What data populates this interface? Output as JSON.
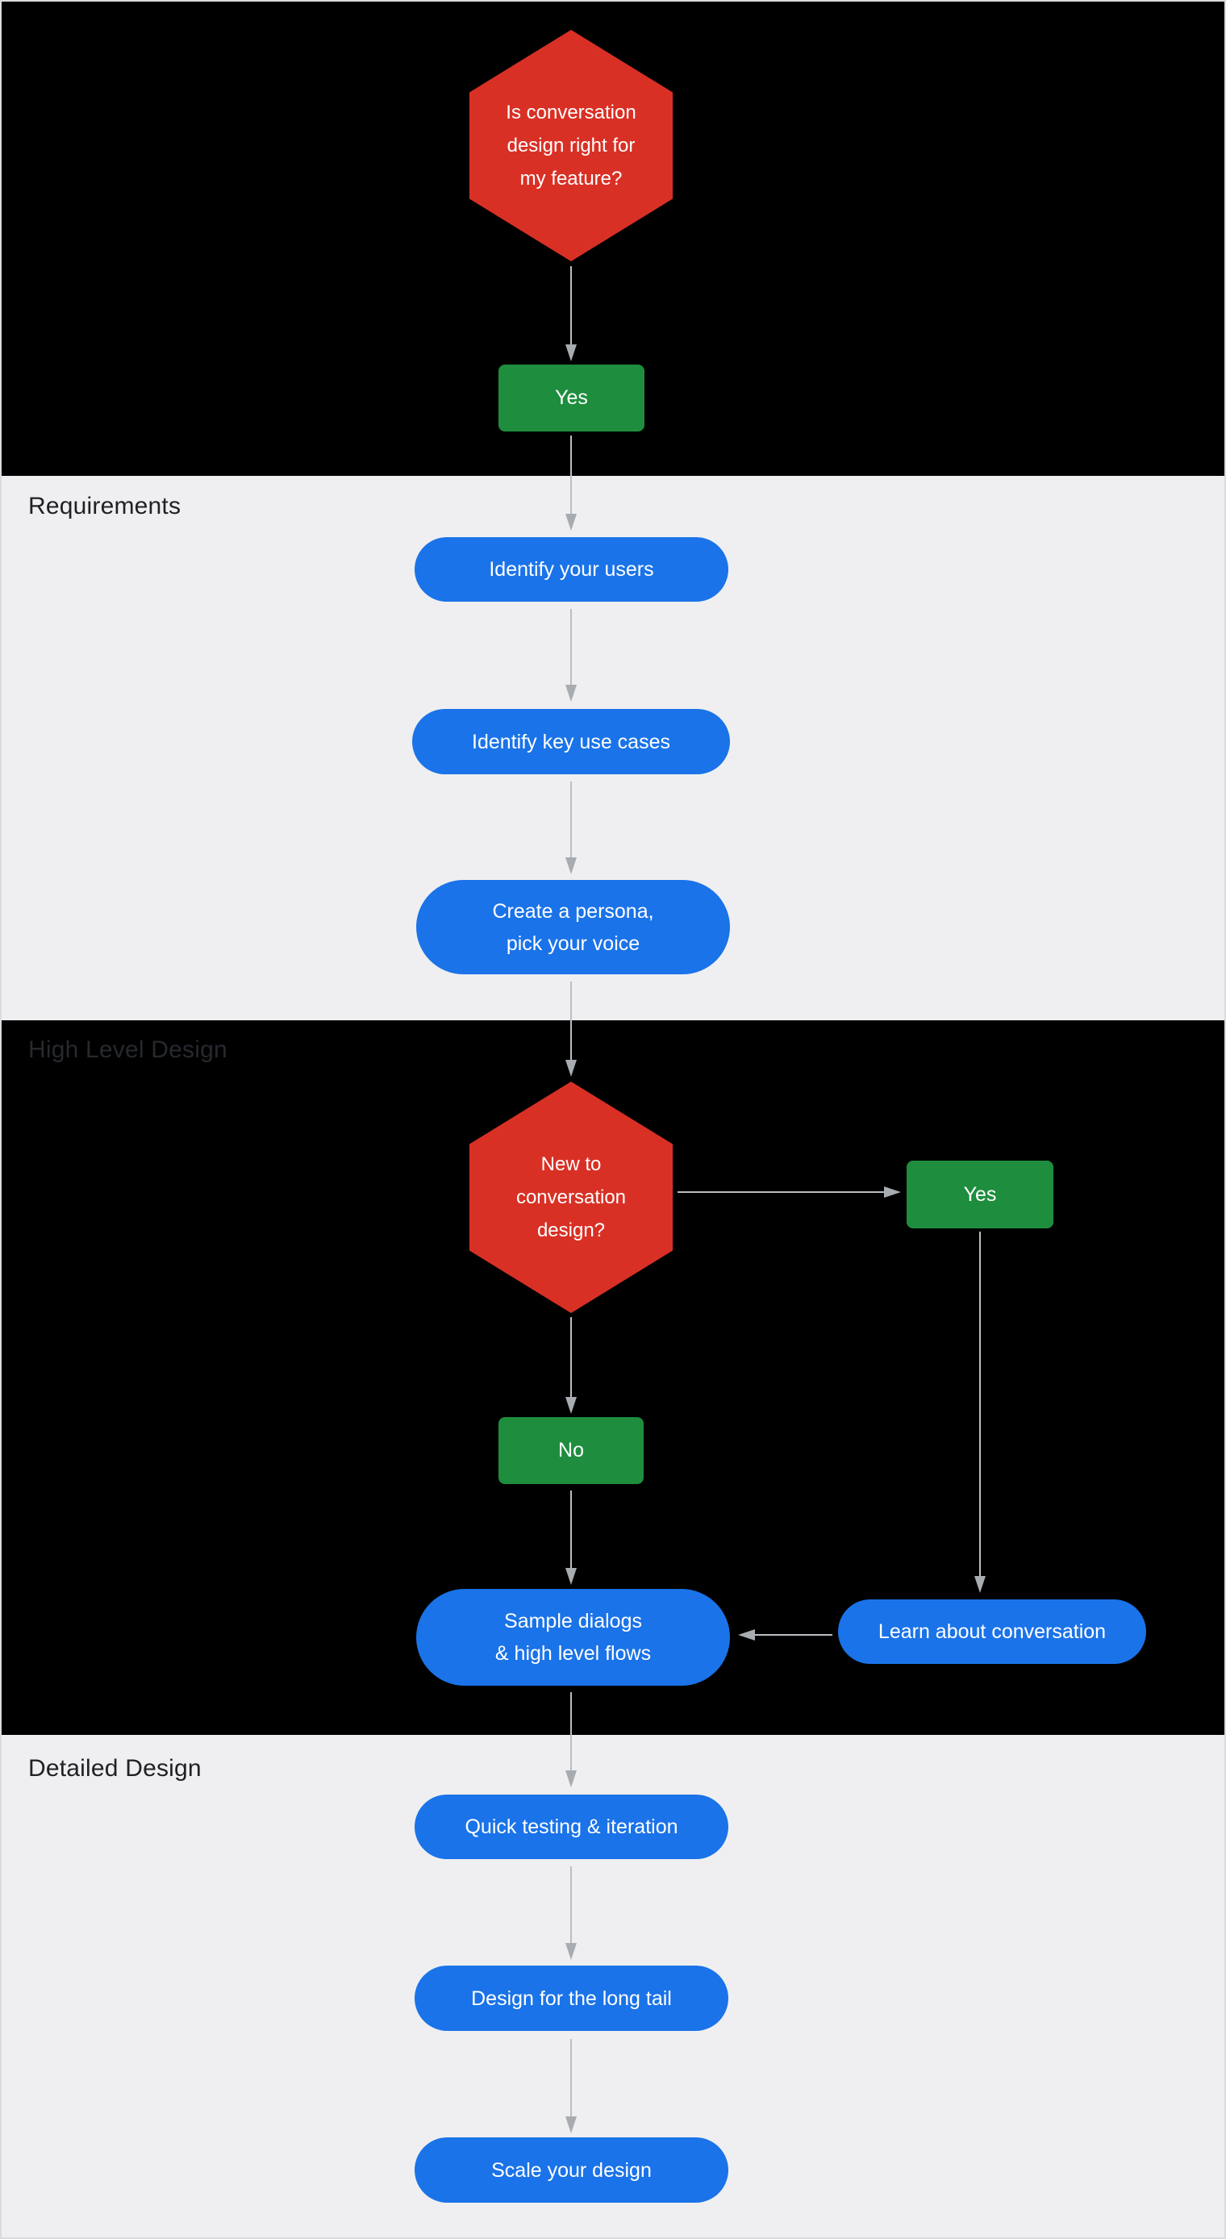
{
  "colors": {
    "section_black_bg": "#000000",
    "section_gray_bg": "#efeff1",
    "decision_red": "#d93025",
    "outcome_green": "#1e8e3e",
    "step_blue": "#1a73e8",
    "arrow_gray": "#babdc2",
    "label_on_gray": "#202124",
    "label_on_black": "#26292e",
    "node_text": "#ffffff"
  },
  "sections": {
    "requirements": {
      "label": "Requirements"
    },
    "high_level_design": {
      "label": "High Level Design"
    },
    "detailed_design": {
      "label": "Detailed Design"
    }
  },
  "nodes": {
    "decision_is_cd_right": {
      "type": "decision",
      "lines": [
        "Is conversation",
        "design right for",
        "my feature?"
      ]
    },
    "yes_top": {
      "type": "outcome",
      "label": "Yes"
    },
    "identify_users": {
      "type": "step",
      "label": "Identify your users"
    },
    "identify_use_cases": {
      "type": "step",
      "label": "Identify key use cases"
    },
    "create_persona": {
      "type": "step",
      "lines": [
        "Create a persona,",
        "pick your voice"
      ]
    },
    "decision_new_to_cd": {
      "type": "decision",
      "lines": [
        "New to",
        "conversation",
        "design?"
      ]
    },
    "yes_branch": {
      "type": "outcome",
      "label": "Yes"
    },
    "no_branch": {
      "type": "outcome",
      "label": "No"
    },
    "sample_dialogs": {
      "type": "step",
      "lines": [
        "Sample dialogs",
        "& high level flows"
      ]
    },
    "learn_conversation": {
      "type": "step",
      "label": "Learn about conversation"
    },
    "quick_testing": {
      "type": "step",
      "label": "Quick testing & iteration"
    },
    "design_long_tail": {
      "type": "step",
      "label": "Design for the long tail"
    },
    "scale_design": {
      "type": "step",
      "label": "Scale your design"
    }
  }
}
